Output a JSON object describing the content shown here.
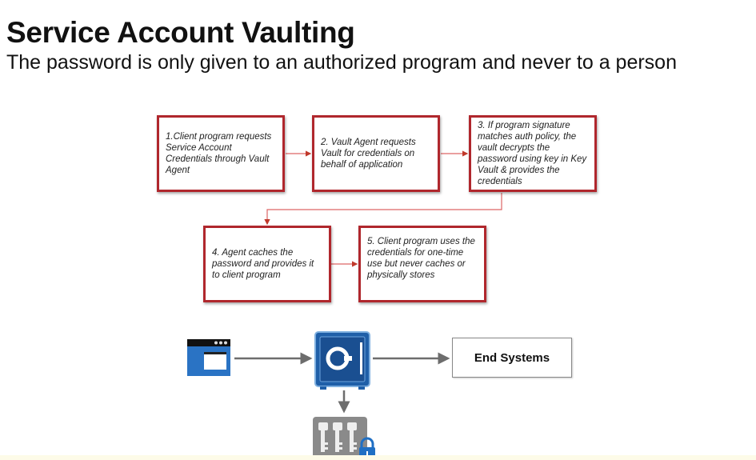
{
  "header": {
    "title": "Service Account Vaulting",
    "subtitle": "The password is only given to an authorized program and never to a person"
  },
  "steps": [
    {
      "text": "1.Client program requests Service Account Credentials through Vault Agent"
    },
    {
      "text": "2. Vault Agent requests Vault for credentials on behalf of application"
    },
    {
      "text": "3. If program signature matches auth policy, the vault decrypts the password using key in Key Vault & provides the credentials"
    },
    {
      "text": "4. Agent caches the password and provides it to client program"
    },
    {
      "text": "5. Client program uses the credentials for one-time use but never caches or physically stores"
    }
  ],
  "flow": {
    "end_systems_label": "End Systems"
  },
  "colors": {
    "step_border": "#b0272d",
    "vault_blue": "#1f5fa8",
    "arrow_gray": "#707070"
  }
}
